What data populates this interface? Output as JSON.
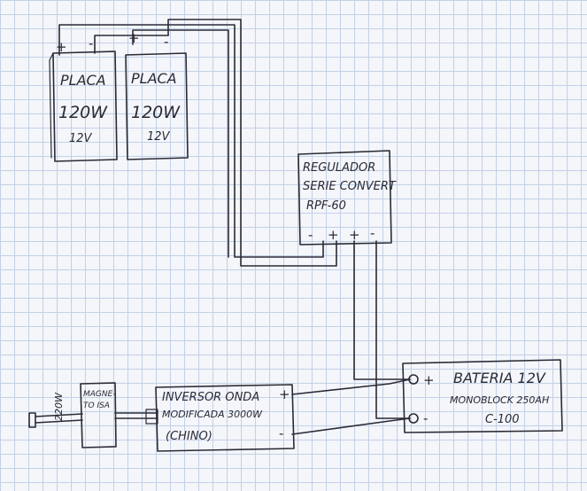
{
  "panels": [
    {
      "title": "PLACA",
      "power": "120W",
      "voltage": "12V",
      "plus": "+",
      "minus": "-"
    },
    {
      "title": "PLACA",
      "power": "120W",
      "voltage": "12V",
      "plus": "+",
      "minus": "-"
    }
  ],
  "regulator": {
    "line1": "REGULADOR",
    "line2": "SERIE CONVERT",
    "line3": "RPF-60",
    "terminals": [
      "-",
      "+",
      "+",
      "-"
    ]
  },
  "battery": {
    "line1": "BATERIA 12V",
    "line2": "MONOBLOCK 250AH",
    "line3": "C-100",
    "plus": "+",
    "minus": "-"
  },
  "inverter": {
    "line1": "INVERSOR ONDA",
    "line2": "MODIFICADA 3000W",
    "line3": "(CHINO)",
    "plus": "+",
    "minus": "-"
  },
  "breaker": {
    "line1": "MAGNE-",
    "line2": "TO ISA"
  },
  "output": {
    "label": "220W"
  },
  "colors": {
    "ink": "#2a2a36",
    "grid": "#c3d0e6",
    "paper": "#f4f6fa"
  }
}
